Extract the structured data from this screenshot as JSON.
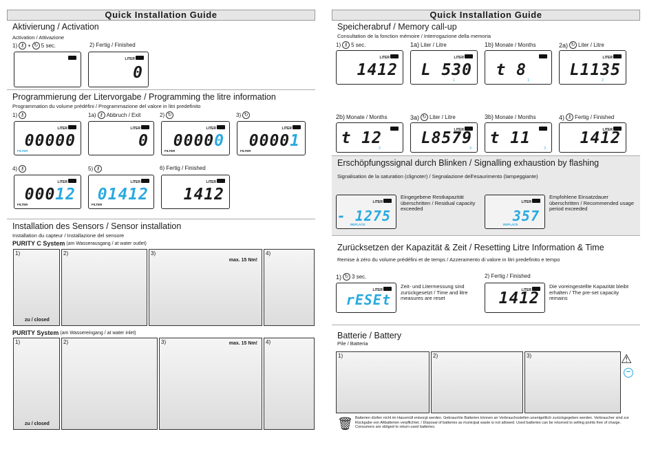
{
  "left": {
    "header": "Quick Installation Guide",
    "activation": {
      "title": "Aktivierung / Activation",
      "subtitle": "Activation / Attivazione",
      "s1": "1)",
      "s1_icon": "key-icon",
      "s1_mid": "+",
      "s1_time": "5 sec.",
      "s2": "2) Fertig / Finished",
      "liter": "LITER",
      "value": "0"
    },
    "programming": {
      "title": "Programmierung der Litervorgabe / Programming the litre information",
      "subtitle": "Programmation du volume prédéfini / Programmazione del valore in litri predefinito",
      "steps": [
        "1)",
        "1a)",
        "Abbruch / Exit",
        "2)",
        "3)",
        "4)",
        "5)",
        "6) Fertig / Finished"
      ],
      "filter": "FILTER",
      "liter": "LITER",
      "d1": "00000",
      "d1a": "0",
      "d2a": "0000",
      "d2b": "0",
      "d3a": "0000",
      "d3b": "1",
      "d4a": "000",
      "d4b": "12",
      "d5": "01412",
      "d6": "1412"
    },
    "sensor": {
      "title": "Installation des Sensors / Sensor installation",
      "subtitle": "Installation du capteur / Installazione del sensore",
      "sysC": "PURITY C System",
      "sysC_note": "(am Wasserausgang / at water outlet)",
      "sys": "PURITY System",
      "sys_note": "(am Wassereingang / at water inlet)",
      "nums": [
        "1)",
        "2)",
        "3)",
        "4)"
      ],
      "closed": "zu / closed",
      "torque": "max. 15 Nm!"
    }
  },
  "right": {
    "header": "Quick Installation Guide",
    "memory": {
      "title": "Speicherabruf / Memory call-up",
      "subtitle": "Consultation de la fonction mémoire / Interrogazione della memoria",
      "liter": "LITER",
      "l1": "1) ",
      "l1t": "5 sec.",
      "l1a": "1a)",
      "l1at": "Liter / Litre",
      "l1b": "1b)",
      "l1bt": "Monate / Months",
      "l2a": "2a)",
      "l2at": "Liter / Litre",
      "l2b": "2b)",
      "l2bt": "Monate / Months",
      "l3a": "3a)",
      "l3at": "Liter / Litre",
      "l3b": "3b)",
      "l3bt": "Monate / Months",
      "l4": "4)",
      "l4t": "Fertig / Finished",
      "v1": "1412",
      "v1a": "L 530",
      "v1b": "t 8",
      "v2a": "L1135",
      "v2b": "t 12",
      "v3a": "L8579",
      "v3b": "t 11",
      "v4": "1412",
      "s1a": "1",
      "s1b": "1",
      "s2a": "2",
      "s2b": "2",
      "s3a": "3",
      "s3b": "3"
    },
    "exhaustion": {
      "title": "Erschöpfungssignal durch Blinken / Signalling exhaustion by flashing",
      "subtitle": "Signalisation de la saturation (clignoter) / Segnalazione dell'esaurimento (lampeggiante)",
      "liter": "LITER",
      "v1": "- 1275",
      "v2": "357",
      "replace": "REPLACE",
      "t1": "Eingegebene Restkapazität überschritten / Residual capacity exceeded",
      "t2": "Empfohlene Einsatzdauer überschritten / Recommended usage period exceeded"
    },
    "reset": {
      "title": "Zurücksetzen der Kapazität & Zeit / Resetting Litre Information & Time",
      "subtitle": "Remise à zéro du volume prédéfini et de temps / Azzeramento di valore in litri predefinito e tempo",
      "s1": "1)",
      "s1t": "3 sec.",
      "s2": "2) Fertig / Finished",
      "liter": "LITER",
      "v1": "rESEt",
      "v2": "1412",
      "t1": "Zeit- und Litermessung sind zurückgesetzt / Time and litre measures are reset",
      "t2": "Die voreingestellte Kapazität bleibt erhalten / The pre-set capacity remains"
    },
    "battery": {
      "title": "Batterie / Battery",
      "subtitle": "Pile / Batteria",
      "nums": [
        "1)",
        "2)",
        "3)"
      ],
      "minus": "−",
      "footer": "Batterien dürfen nicht im Hausmüll entsorgt werden. Gebrauchte Batterien können an Verbrauchsstellen unentgeltlich zurückgegeben werden. Verbraucher sind zur Rückgabe von Altbatterien verpflichtet. / Disposal of batteries as municipal waste is not allowed. Used batteries can be returned to selling points free of charge. Consumers are obliged to return used batteries."
    }
  }
}
